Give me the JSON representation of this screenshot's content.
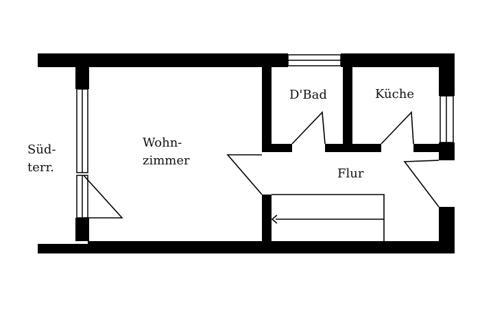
{
  "floor_plan": {
    "rooms": {
      "living": {
        "line1": "Wohn-",
        "line2": "zimmer"
      },
      "bath": {
        "label": "D'Bad"
      },
      "kitchen": {
        "label": "Küche"
      },
      "hall": {
        "label": "Flur"
      },
      "terrace": {
        "line1": "Süd-",
        "line2": "terr."
      }
    },
    "colors": {
      "wall": "#000000",
      "background": "#ffffff",
      "glass": "#ffffff"
    }
  }
}
